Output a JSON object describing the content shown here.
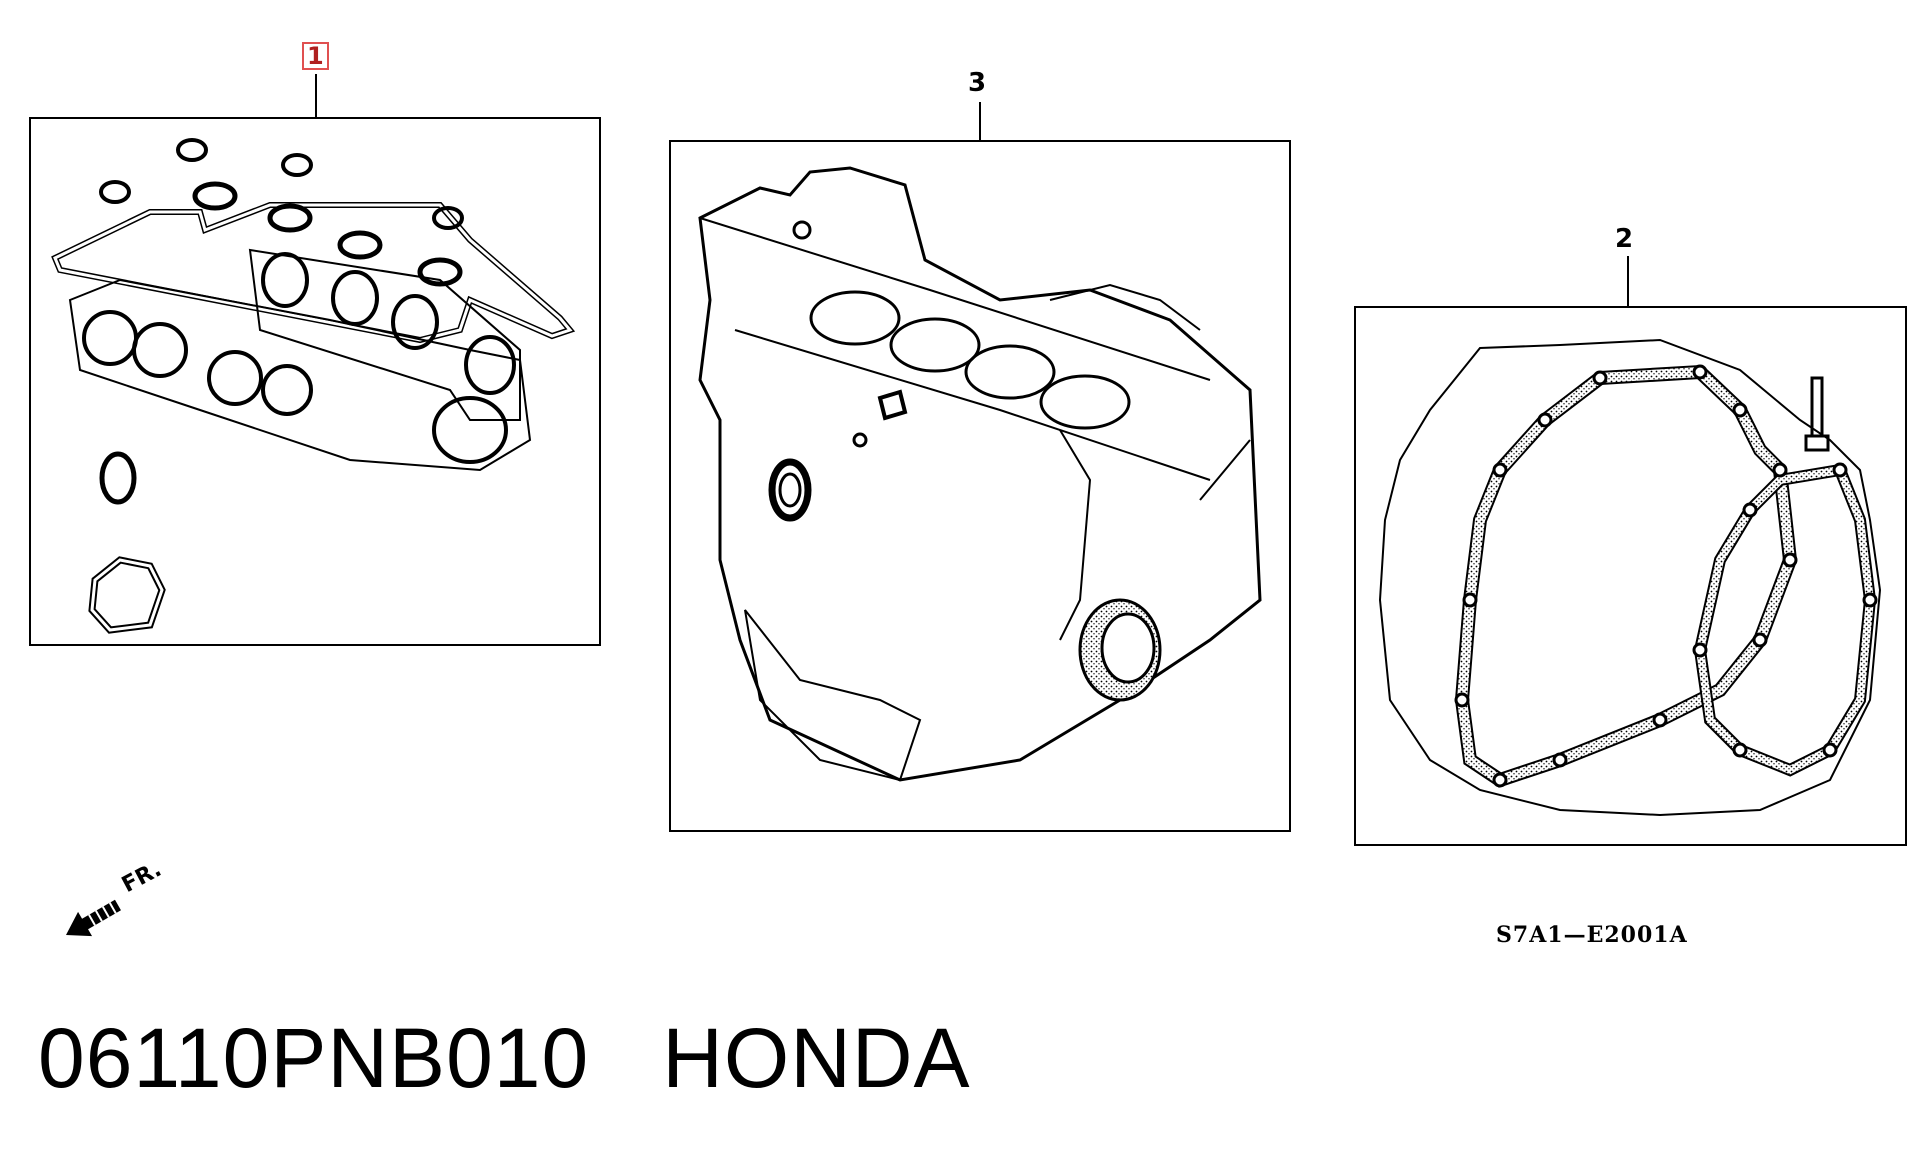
{
  "diagram": {
    "callouts": [
      {
        "id": "1",
        "label": "1",
        "highlighted": true,
        "highlight_color": "#e05050"
      },
      {
        "id": "3",
        "label": "3"
      },
      {
        "id": "2",
        "label": "2"
      }
    ],
    "front_indicator": "FR.",
    "reference_code": "S7A1—E2001A",
    "part_title": "06110PNB010   HONDA"
  },
  "colors": {
    "line": "#000000",
    "background": "#ffffff",
    "highlight": "#e05050"
  },
  "icons": [
    "front-arrow-icon"
  ]
}
